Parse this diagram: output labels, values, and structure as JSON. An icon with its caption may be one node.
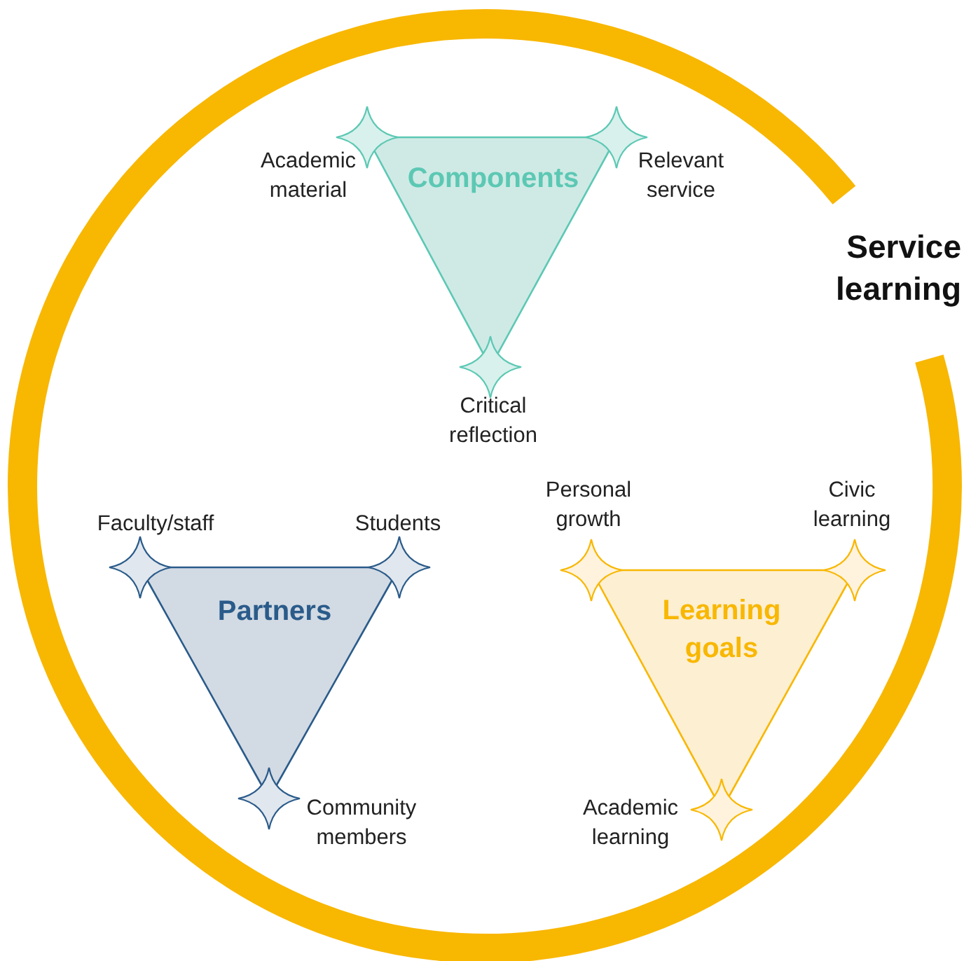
{
  "diagram": {
    "nodes": [
      {
        "text": [
          "Service learning"
        ]
      },
      {
        "text": [
          "Components"
        ],
        "in": 0,
        "beside": [
          "Academic material",
          "Relevant service",
          "Critical reflection"
        ]
      },
      {
        "text": [
          "Partners"
        ],
        "in": 0,
        "beside": [
          "Faculty/staff",
          "Students",
          "Community members"
        ]
      },
      {
        "text": [
          "Learning goals"
        ],
        "in": 0,
        "beside": [
          "Personal growth",
          "Civic learning",
          "Academic learning"
        ]
      }
    ]
  }
}
